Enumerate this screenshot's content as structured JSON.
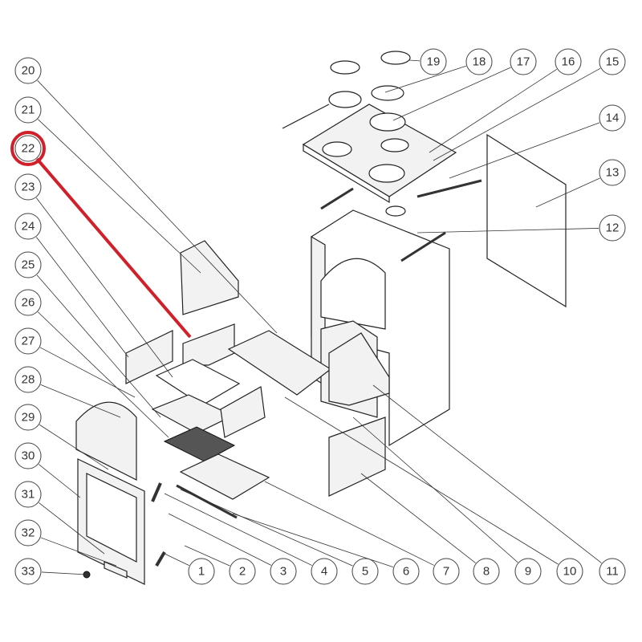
{
  "diagram": {
    "callouts": [
      "1",
      "2",
      "3",
      "4",
      "5",
      "6",
      "7",
      "8",
      "9",
      "10",
      "11",
      "12",
      "13",
      "14",
      "15",
      "16",
      "17",
      "18",
      "19",
      "20",
      "21",
      "22",
      "23",
      "24",
      "25",
      "26",
      "27",
      "28",
      "29",
      "30",
      "31",
      "32",
      "33"
    ],
    "highlighted": "22",
    "highlight_color": "#d0202a",
    "line_color": "#333333"
  }
}
